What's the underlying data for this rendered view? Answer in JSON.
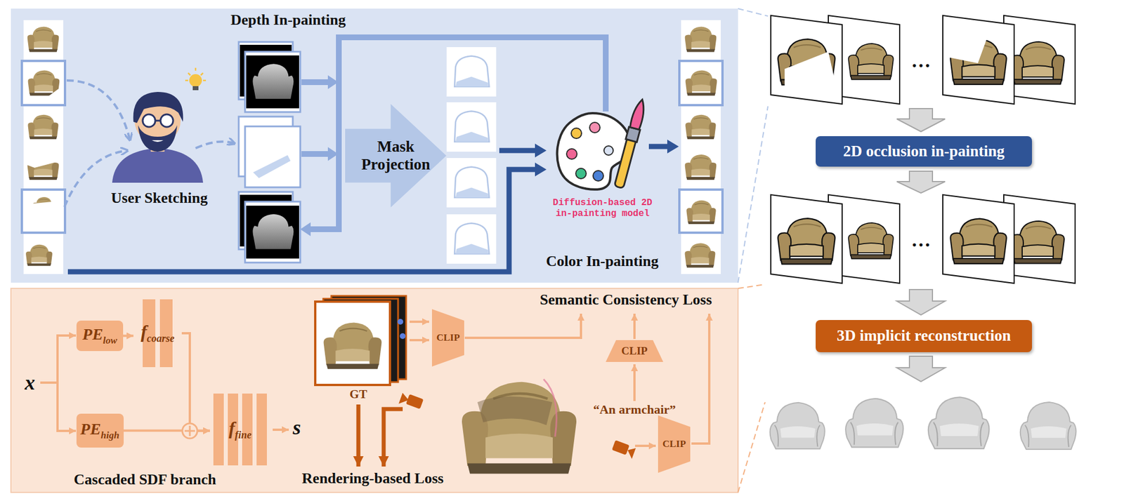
{
  "diagram": {
    "nodes": [
      {
        "text": [
          "Mask Projection"
        ]
      },
      {
        "text": [
          "Diffusion-based 2D in-painting model"
        ]
      },
      {
        "text": [
          "2D occlusion in-painting"
        ]
      },
      {
        "text": [
          "3D implicit reconstruction"
        ]
      },
      {
        "text": [
          "PE",
          "low"
        ]
      },
      {
        "text": [
          "f",
          "coarse"
        ]
      },
      {
        "text": [
          "PE",
          "high"
        ]
      },
      {
        "text": [
          "f",
          "fine"
        ]
      },
      {
        "text": [
          "CLIP"
        ]
      },
      {
        "text": [
          "CLIP"
        ]
      },
      {
        "text": [
          "CLIP"
        ]
      }
    ],
    "edges": [
      {
        "from": 4,
        "to": 5,
        "arrow": "to"
      },
      {
        "from": 6,
        "to": 7,
        "arrow": "to"
      },
      {
        "from": 5,
        "to": 7,
        "arrow": "to"
      }
    ],
    "labels": [
      "Depth In-painting",
      "User Sketching",
      "Color In-painting",
      "x",
      "s",
      "Cascaded SDF branch",
      "GT",
      "Rendering-based Loss",
      "Semantic Consistency Loss",
      "“An armchair”",
      "…",
      "…"
    ]
  }
}
